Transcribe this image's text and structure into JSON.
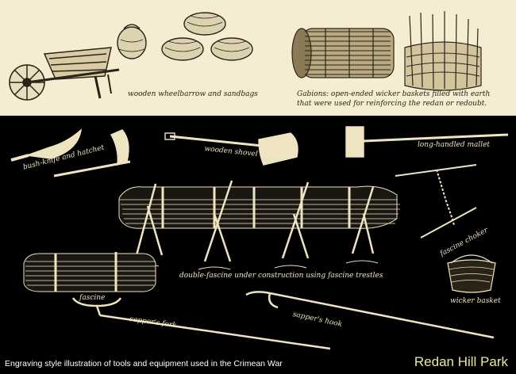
{
  "labels": {
    "wheelbarrow": "wooden wheelbarrow and sandbags",
    "gabions_line1": "Gabions: open-ended wicker baskets filled with earth",
    "gabions_line2": "that were used for reinforcing the redan or redoubt.",
    "bush_knife": "bush-knife and hatchet",
    "shovel": "wooden shovel",
    "mallet": "long-handled mallet",
    "fascine_choker": "fascine choker",
    "double_fascine": "double-fascine under construction using fascine trestles",
    "fascine": "fascine",
    "wicker_basket": "wicker basket",
    "sappers_fork": "sapper's fork",
    "sappers_hook": "sapper's hook"
  },
  "footer": {
    "caption": "Engraving style illustration of tools and equipment used in the Crimean War",
    "park_name": "Redan Hill Park"
  },
  "colors": {
    "top_background": "#f5ecd2",
    "main_background": "#000000",
    "engraving_light": "#efe4c2",
    "engraving_dark": "#2a2418",
    "park_name": "#e8e8a0"
  }
}
